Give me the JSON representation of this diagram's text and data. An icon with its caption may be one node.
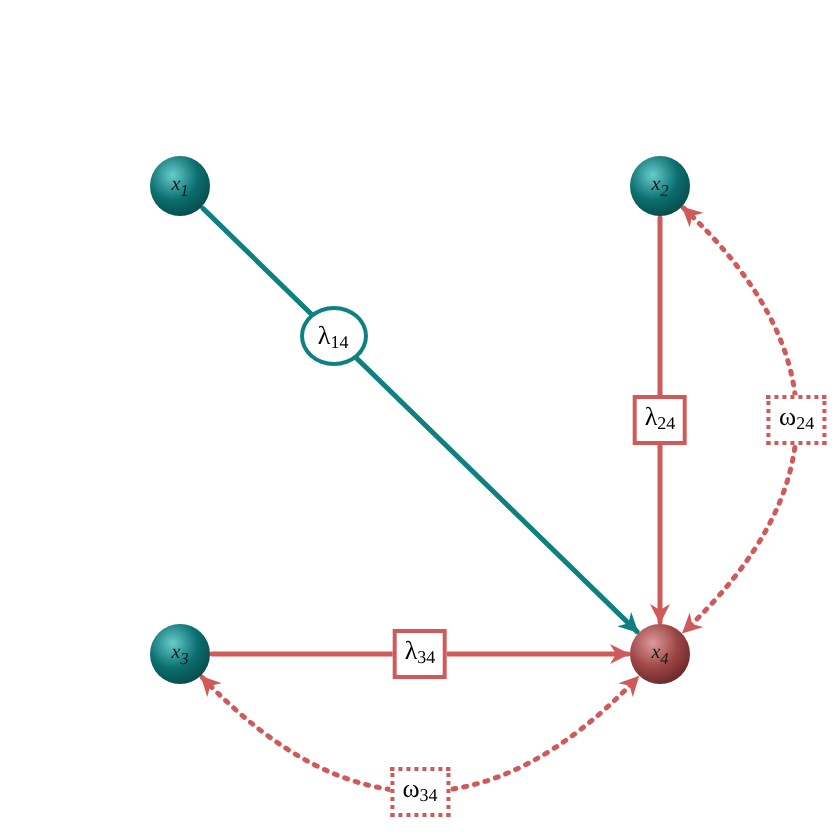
{
  "diagram": {
    "nodes": [
      {
        "text": [
          "x$_{1}$"
        ]
      },
      {
        "text": [
          "x$_{2}$"
        ]
      },
      {
        "text": [
          "x$_{3}$"
        ]
      },
      {
        "text": [
          "x$_{4}$"
        ]
      }
    ],
    "edges": [
      {
        "from": 0,
        "to": 3,
        "arrow": "to",
        "label": "λ$_{14}$",
        "color": "#0e8080"
      },
      {
        "from": 1,
        "to": 3,
        "arrow": "to",
        "label": "λ$_{24}$"
      },
      {
        "from": 2,
        "to": 3,
        "arrow": "to",
        "label": "λ$_{34}$"
      },
      {
        "from": 1,
        "to": 3,
        "arrow": "both",
        "label": "ω$_{24}$",
        "style": "dashed"
      },
      {
        "from": 2,
        "to": 3,
        "arrow": "both",
        "label": "ω$_{34}$",
        "style": "dashed"
      }
    ]
  }
}
